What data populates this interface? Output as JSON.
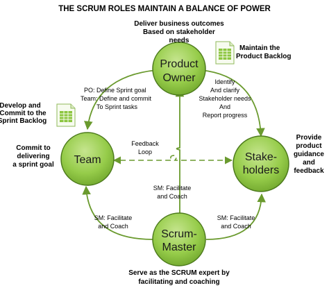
{
  "title": "THE SCRUM ROLES MAINTAIN A BALANCE OF POWER",
  "colors": {
    "node_fill": "#8cc63f",
    "node_stroke": "#4c7a1c",
    "arrow": "#6a9a2e",
    "sheet": "#8cc63f"
  },
  "nodes": {
    "product_owner": {
      "line1": "Product",
      "line2": "Owner",
      "note_top": [
        "Deliver business outcomes",
        "Based on stakeholder",
        "needs"
      ]
    },
    "team": {
      "label": "Team",
      "note_left": [
        "Commit to",
        "delivering",
        "a sprint goal"
      ]
    },
    "stakeholders": {
      "line1": "Stake-",
      "line2": "holders",
      "note_right": [
        "Provide",
        "product",
        "guidance",
        "and",
        "feedback"
      ]
    },
    "scrum_master": {
      "line1": "Scrum-",
      "line2": "Master",
      "note_bottom": [
        "Serve as the SCRUM expert by",
        "facilitating and coaching"
      ]
    }
  },
  "artifacts": {
    "product_backlog": [
      "Maintain the",
      "Product Backlog"
    ],
    "sprint_backlog": [
      "Develop and",
      "Commit to the",
      "Sprint Backlog"
    ]
  },
  "edges": {
    "po_to_team": [
      "PO: Define Sprint goal",
      "Team: Define and commit",
      "To Sprint tasks"
    ],
    "po_to_stakeholders": [
      "Identify",
      "And clarify",
      "Stakeholder needs",
      "And",
      "Report progress"
    ],
    "feedback": [
      "Feedback",
      "Loop"
    ],
    "sm_to_po": [
      "SM: Facilitate",
      "and Coach"
    ],
    "sm_to_team": [
      "SM: Facilitate",
      "and Coach"
    ],
    "sm_to_stakeholders": [
      "SM: Facilitate",
      "and Coach"
    ]
  }
}
